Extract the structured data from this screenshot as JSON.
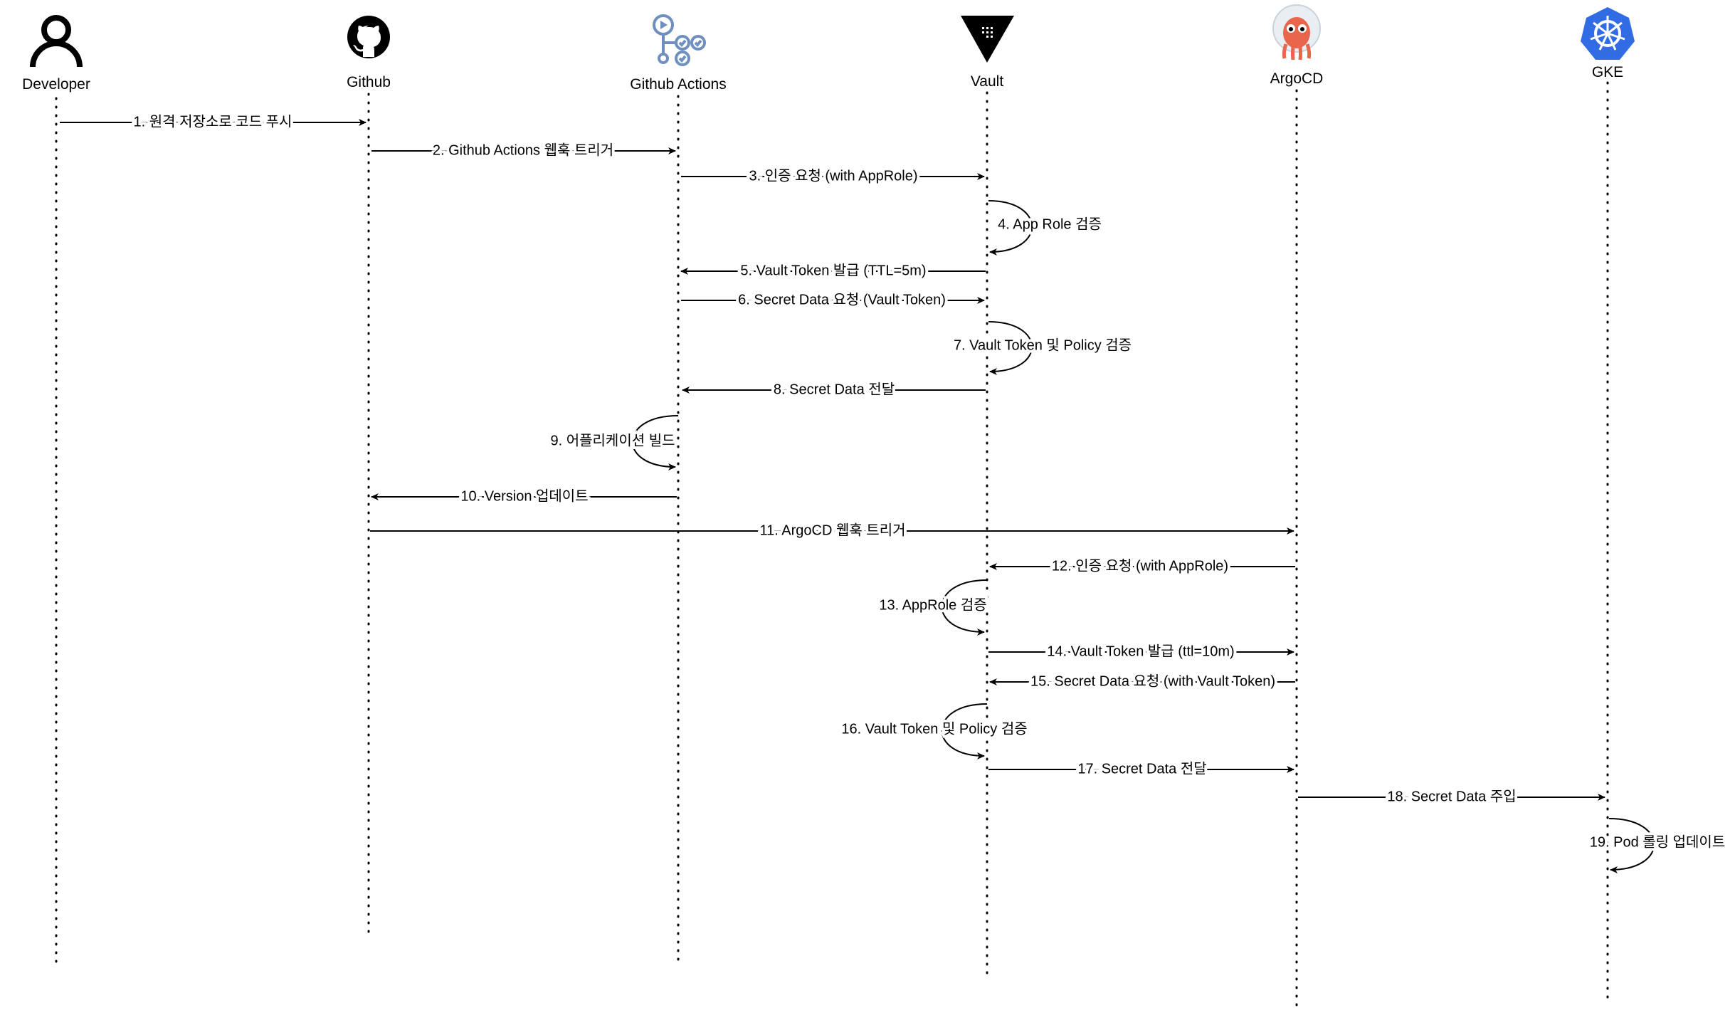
{
  "participants": [
    {
      "id": "developer",
      "label": "Developer",
      "icon": "person-icon"
    },
    {
      "id": "github",
      "label": "Github",
      "icon": "github-icon"
    },
    {
      "id": "actions",
      "label": "Github Actions",
      "icon": "github-actions-icon"
    },
    {
      "id": "vault",
      "label": "Vault",
      "icon": "vault-icon"
    },
    {
      "id": "argocd",
      "label": "ArgoCD",
      "icon": "argocd-icon"
    },
    {
      "id": "gke",
      "label": "GKE",
      "icon": "kubernetes-icon"
    }
  ],
  "messages": [
    {
      "from": "developer",
      "to": "github",
      "label": "1. 원격 저장소로 코드 푸시"
    },
    {
      "from": "github",
      "to": "actions",
      "label": "2. Github Actions 웹훅 트리거"
    },
    {
      "from": "actions",
      "to": "vault",
      "label": "3. 인증 요청 (with AppRole)"
    },
    {
      "from": "vault",
      "to": "vault",
      "label": "4. App Role 검증"
    },
    {
      "from": "vault",
      "to": "actions",
      "label": "5. Vault Token 발급 (TTL=5m)"
    },
    {
      "from": "actions",
      "to": "vault",
      "label": "6. Secret Data 요청 (Vault Token)"
    },
    {
      "from": "vault",
      "to": "vault",
      "label": "7. Vault Token 및 Policy 검증"
    },
    {
      "from": "vault",
      "to": "actions",
      "label": "8. Secret Data 전달"
    },
    {
      "from": "actions",
      "to": "actions",
      "label": "9. 어플리케이션 빌드"
    },
    {
      "from": "actions",
      "to": "github",
      "label": "10. Version 업데이트"
    },
    {
      "from": "github",
      "to": "argocd",
      "label": "11. ArgoCD 웹훅 트리거"
    },
    {
      "from": "argocd",
      "to": "vault",
      "label": "12. 인증 요청 (with AppRole)"
    },
    {
      "from": "vault",
      "to": "vault",
      "label": "13. AppRole 검증"
    },
    {
      "from": "vault",
      "to": "argocd",
      "label": "14. Vault Token 발급 (ttl=10m)"
    },
    {
      "from": "argocd",
      "to": "vault",
      "label": "15.  Secret Data 요청 (with Vault Token)"
    },
    {
      "from": "vault",
      "to": "vault",
      "label": "16. Vault Token 및 Policy 검증"
    },
    {
      "from": "vault",
      "to": "argocd",
      "label": "17. Secret Data 전달"
    },
    {
      "from": "argocd",
      "to": "gke",
      "label": "18. Secret Data 주입"
    },
    {
      "from": "gke",
      "to": "gke",
      "label": "19. Pod 롤링 업데이트"
    }
  ],
  "colors": {
    "line": "#000000",
    "actions_icon": "#6e8fc0",
    "argocd_body": "#e9654b",
    "kubernetes": "#326ce5"
  }
}
